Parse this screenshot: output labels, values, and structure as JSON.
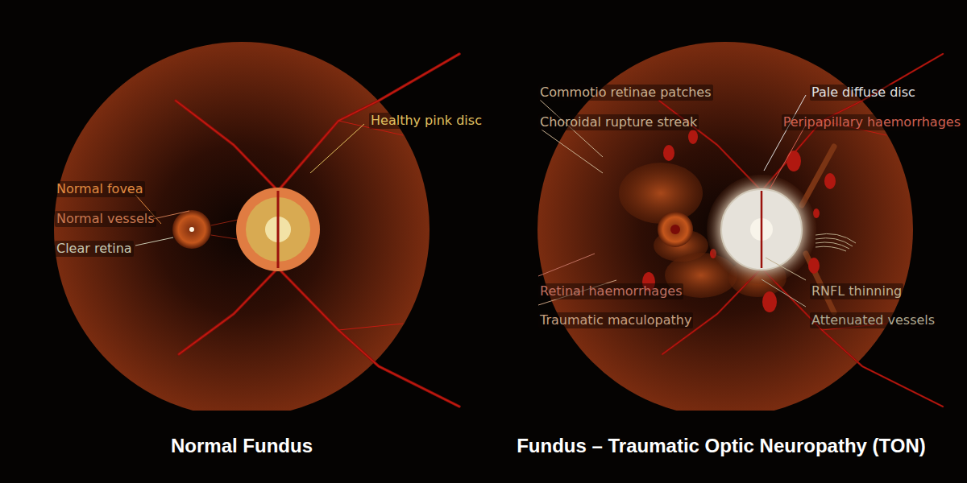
{
  "diagram": {
    "nodes": [
      {
        "text": [
          "Normal Fundus"
        ]
      },
      {
        "text": [
          "Fundus – Traumatic Optic Neuropathy (TON)"
        ]
      }
    ],
    "labels": [
      "Healthy pink disc",
      "Normal fovea",
      "Normal vessels",
      "Clear retina",
      "Commotio retinae patches",
      "Choroidal rupture streak",
      "Pale diffuse disc",
      "Peripapillary haemorrhages",
      "Retinal haemorrhages",
      "Traumatic maculopathy",
      "RNFL thinning",
      "Attenuated vessels"
    ]
  }
}
